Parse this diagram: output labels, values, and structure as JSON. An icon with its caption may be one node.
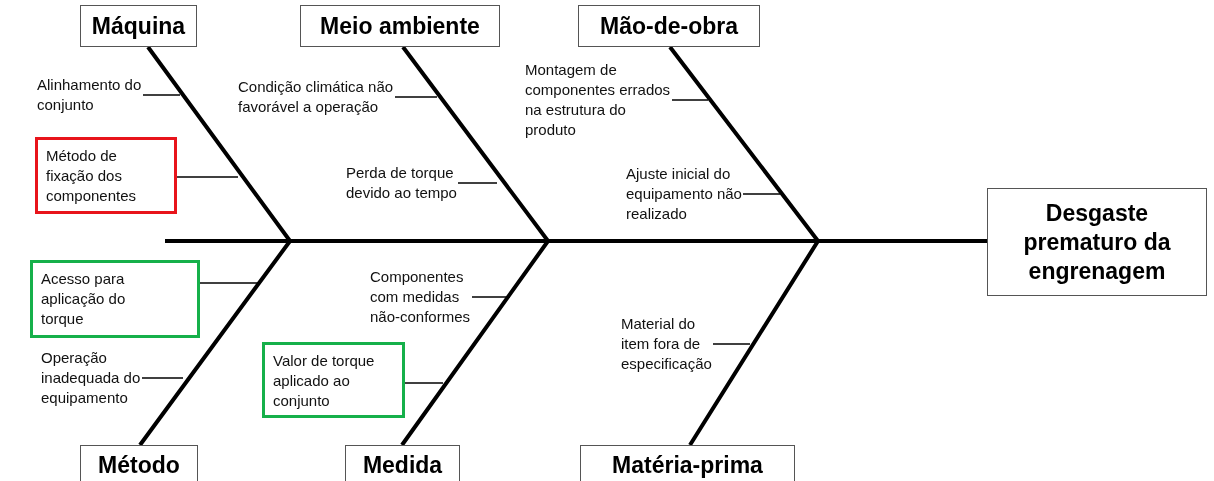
{
  "diagram": {
    "nodes": [
      {
        "text": [
          "Máquina"
        ]
      },
      {
        "text": [
          "Meio ambiente"
        ]
      },
      {
        "text": [
          "Mão-de-obra"
        ]
      },
      {
        "text": [
          "Alinhamento do conjunto"
        ]
      },
      {
        "text": [
          "Condição climática não favorável a operação"
        ]
      },
      {
        "text": [
          "Montagem de componentes errados na estrutura do produto"
        ]
      },
      {
        "text": [
          "Método de fixação dos componentes"
        ]
      },
      {
        "text": [
          "Perda de torque devido ao tempo"
        ]
      },
      {
        "text": [
          "Ajuste inicial do equipamento não realizado"
        ]
      },
      {
        "text": [
          "Desgaste prematuro da engrenagem"
        ]
      },
      {
        "text": [
          "Acesso para aplicação do torque"
        ]
      },
      {
        "text": [
          "Componentes com medidas não-conformes"
        ]
      },
      {
        "text": [
          "Material do item fora de especificação"
        ]
      },
      {
        "text": [
          "Operação inadequada do equipamento"
        ]
      },
      {
        "text": [
          "Valor de torque aplicado ao conjunto"
        ]
      },
      {
        "text": [
          "Método"
        ]
      },
      {
        "text": [
          "Medida"
        ]
      },
      {
        "text": [
          "Matéria-prima"
        ]
      }
    ],
    "edges": [
      {
        "from": 0,
        "to": 9,
        "arrow": "none",
        "style": "thick"
      },
      {
        "from": 1,
        "to": 9,
        "arrow": "none",
        "style": "thick"
      },
      {
        "from": 2,
        "to": 9,
        "arrow": "none",
        "style": "thick"
      },
      {
        "from": 15,
        "to": 9,
        "arrow": "none",
        "style": "thick"
      },
      {
        "from": 16,
        "to": 9,
        "arrow": "none",
        "style": "thick"
      },
      {
        "from": 17,
        "to": 9,
        "arrow": "none",
        "style": "thick"
      },
      {
        "from": 3,
        "to": null,
        "arrow": "none"
      },
      {
        "from": 4,
        "to": null,
        "arrow": "none"
      },
      {
        "from": 5,
        "to": null,
        "arrow": "none"
      },
      {
        "from": 6,
        "to": null,
        "arrow": "none"
      },
      {
        "from": 7,
        "to": null,
        "arrow": "none"
      },
      {
        "from": 8,
        "to": null,
        "arrow": "none"
      },
      {
        "from": 10,
        "to": null,
        "arrow": "none"
      },
      {
        "from": 11,
        "to": null,
        "arrow": "none"
      },
      {
        "from": 12,
        "to": null,
        "arrow": "none"
      },
      {
        "from": 13,
        "to": null,
        "arrow": "none"
      },
      {
        "from": 14,
        "to": null,
        "arrow": "none"
      }
    ]
  }
}
